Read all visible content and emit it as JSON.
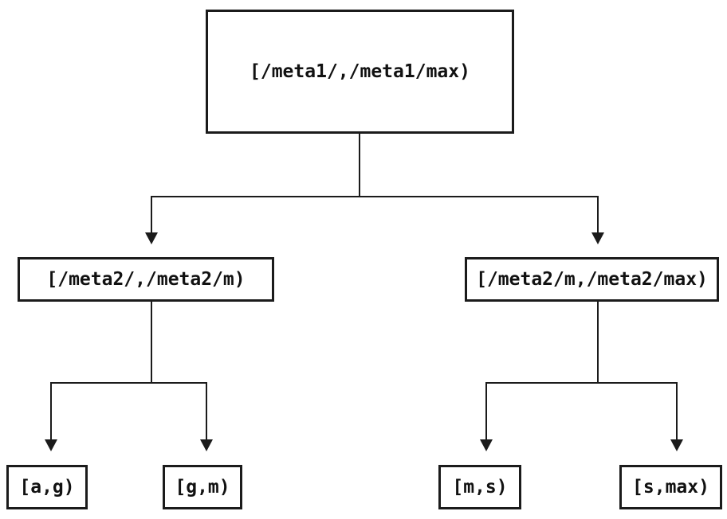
{
  "diagram": {
    "type": "tree",
    "background_color": "#ffffff",
    "line_color": "#1b1b1b",
    "text_color": "#111111",
    "nodes": {
      "root": "[/meta1/,/meta1/max)",
      "level2_left": "[/meta2/,/meta2/m)",
      "level2_right": "[/meta2/m,/meta2/max)",
      "leaf_1": "[a,g)",
      "leaf_2": "[g,m)",
      "leaf_3": "[m,s)",
      "leaf_4": "[s,max)"
    },
    "edges": [
      {
        "from": "root",
        "to": "level2_left"
      },
      {
        "from": "root",
        "to": "level2_right"
      },
      {
        "from": "level2_left",
        "to": "leaf_1"
      },
      {
        "from": "level2_left",
        "to": "leaf_2"
      },
      {
        "from": "level2_right",
        "to": "leaf_3"
      },
      {
        "from": "level2_right",
        "to": "leaf_4"
      }
    ]
  }
}
